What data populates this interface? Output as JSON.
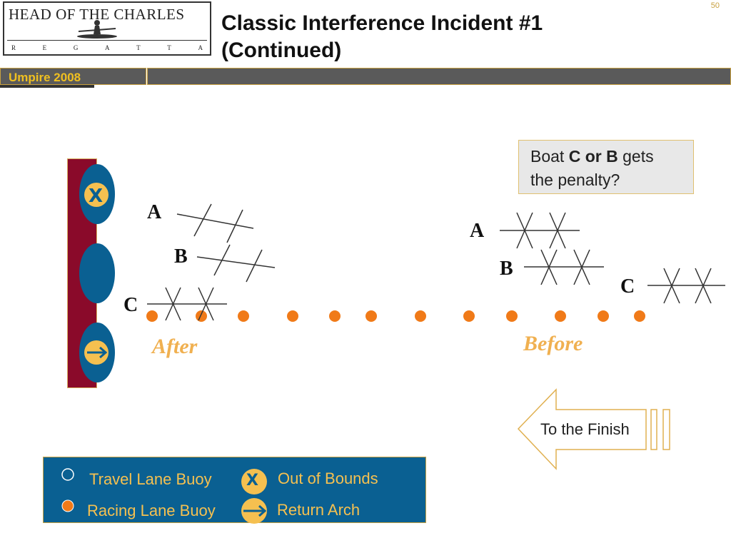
{
  "header": {
    "logo_title": "HEAD OF THE CHARLES",
    "logo_subtitle": [
      "R",
      "E",
      "G",
      "A",
      "T",
      "T",
      "A"
    ],
    "slide_number": "50",
    "title_line1": "Classic Interference Incident #1",
    "title_line2": "(Continued)",
    "section_label": "Umpire 2008"
  },
  "callout": {
    "prefix": "Boat ",
    "emphasis": "C or B",
    "suffix": " gets",
    "line2": "the penalty?"
  },
  "diagram": {
    "boats_after": [
      "A",
      "B",
      "C"
    ],
    "boats_before": [
      "A",
      "B",
      "C"
    ],
    "after_label": "After",
    "before_label": "Before",
    "arch_x_symbol": "X",
    "finish_label": "To the Finish",
    "colors": {
      "arch_post": "#8a0a2a",
      "arch_ovals": "#0a6092",
      "racing_buoy": "#f07a18",
      "label_accent": "#f0b050",
      "symbol_fill": "#f5c050"
    }
  },
  "legend": {
    "travel_lane": "Travel Lane Buoy",
    "racing_lane": "Racing Lane Buoy",
    "out_of_bounds": "Out of Bounds",
    "return_arch": "Return Arch",
    "x_symbol": "X"
  }
}
